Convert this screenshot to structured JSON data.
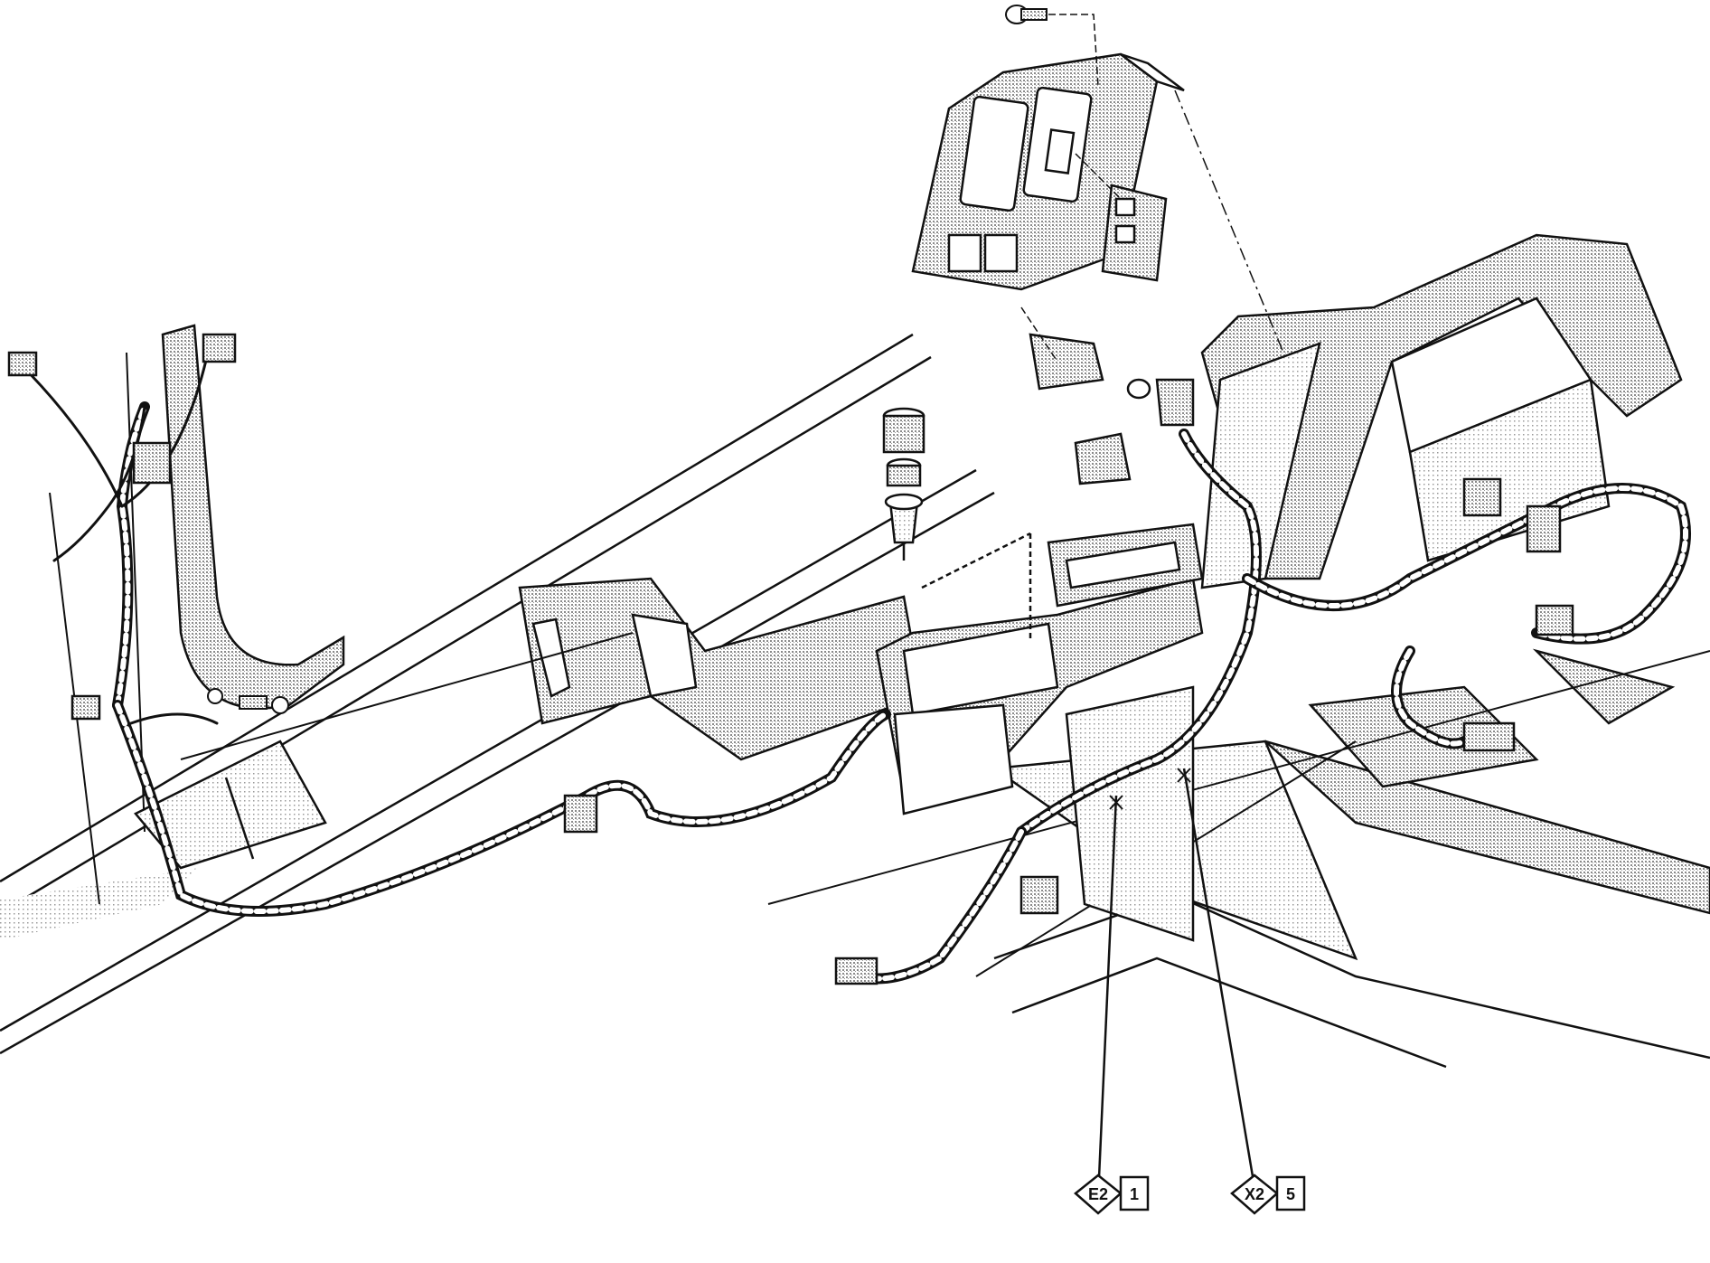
{
  "diagram": {
    "callouts": [
      {
        "id": "E2",
        "number": "1"
      },
      {
        "id": "X2",
        "number": "5"
      }
    ]
  },
  "colors": {
    "line": "#111111",
    "shade": "#b9b9b9",
    "background": "#ffffff"
  }
}
